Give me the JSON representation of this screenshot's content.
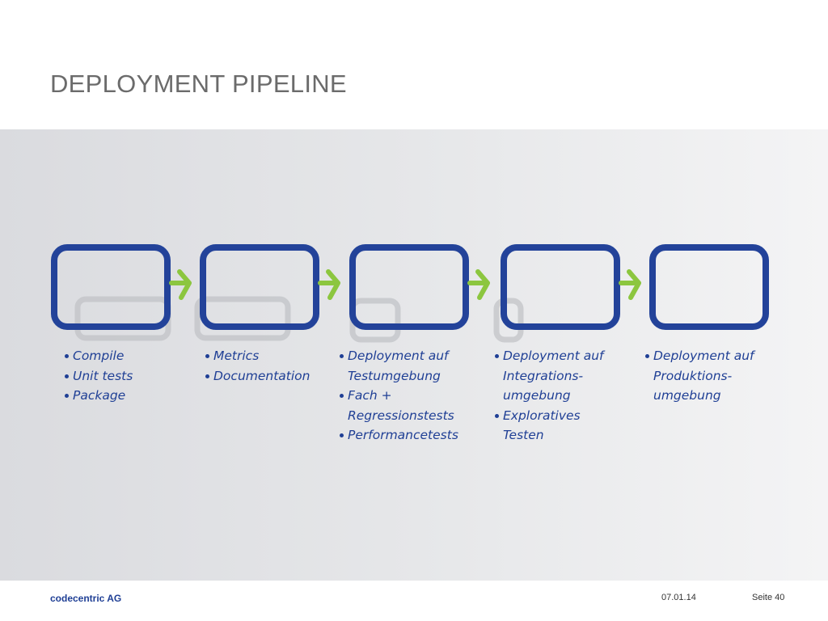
{
  "slide": {
    "title": "DEPLOYMENT PIPELINE"
  },
  "colors": {
    "box_stroke": "#23439a",
    "arrow": "#8cc63f",
    "text": "#1f3f95",
    "panel": "#e6e7e9"
  },
  "stages": [
    {
      "items": [
        [
          "Compile"
        ],
        [
          "Unit tests"
        ],
        [
          "Package"
        ]
      ]
    },
    {
      "items": [
        [
          "Metrics"
        ],
        [
          "Documentation"
        ]
      ]
    },
    {
      "items": [
        [
          "Deployment auf",
          "Testumgebung"
        ],
        [
          "Fach +",
          "Regressionstests"
        ],
        [
          "Performancetests"
        ]
      ]
    },
    {
      "items": [
        [
          "Deployment auf",
          "Integrations-",
          "umgebung"
        ],
        [
          "Exploratives",
          "Testen"
        ]
      ]
    },
    {
      "items": [
        [
          "Deployment auf",
          "Produktions-",
          "umgebung"
        ]
      ]
    }
  ],
  "footer": {
    "company": "codecentric AG",
    "date": "07.01.14",
    "page": "Seite 40"
  }
}
